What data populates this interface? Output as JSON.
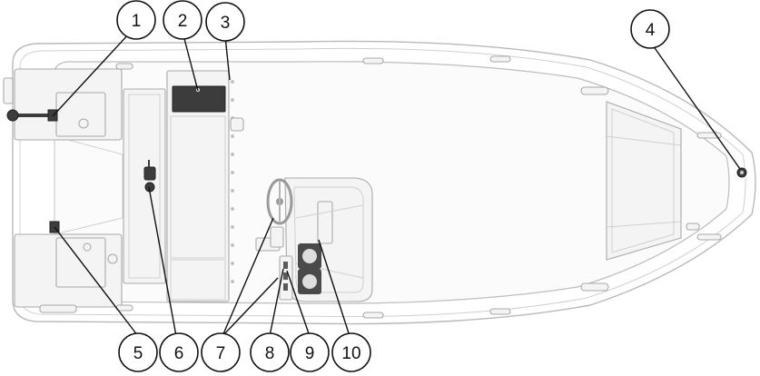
{
  "figure": {
    "colors": {
      "line": "#111111",
      "hull": "#b9b9b9",
      "panel_dark": "#3c3c3c",
      "background": "#ffffff"
    }
  },
  "callouts": [
    {
      "id": 1,
      "label": "1"
    },
    {
      "id": 2,
      "label": "2"
    },
    {
      "id": 3,
      "label": "3"
    },
    {
      "id": 4,
      "label": "4"
    },
    {
      "id": 5,
      "label": "5"
    },
    {
      "id": 6,
      "label": "6"
    },
    {
      "id": 7,
      "label": "7"
    },
    {
      "id": 8,
      "label": "8"
    },
    {
      "id": 9,
      "label": "9"
    },
    {
      "id": 10,
      "label": "10"
    }
  ]
}
